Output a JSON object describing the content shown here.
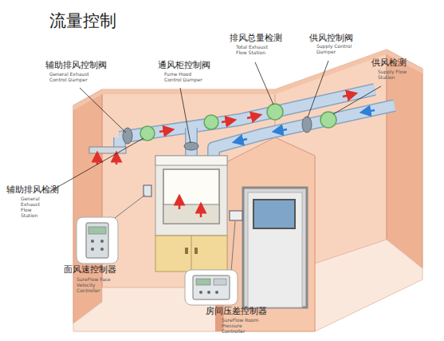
{
  "diagram": {
    "title": "流量控制",
    "labels": [
      "排风总量检测",
      "Total Exhaust Flow Station",
      "供风控制阀",
      "Supply Control Damper",
      "辅助排风控制阀",
      "General Exhaust Control Damper",
      "通风柜控制阀",
      "Fume Hood Control Damper",
      "供风检测",
      "Supply Flow Station",
      "辅助排风检测",
      "General Exhaust Flow Station",
      "面风速控制器",
      "SureFlow Face Velocity Controller",
      "房间压差控制器",
      "SureFlow Room Pressure Controller"
    ]
  }
}
